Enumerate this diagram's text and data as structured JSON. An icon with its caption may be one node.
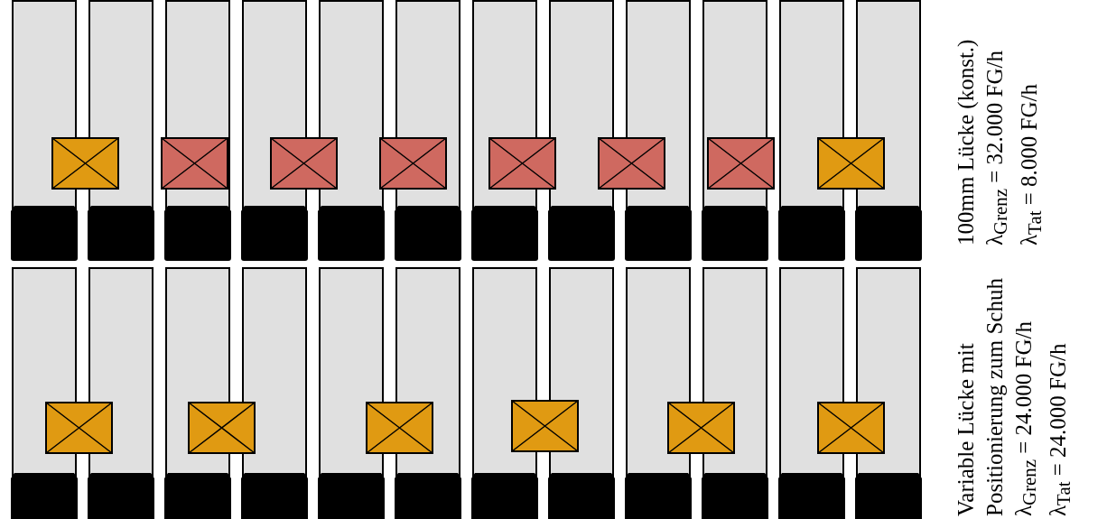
{
  "diagram": {
    "labels": [
      "100mm Lücke (konst.)",
      "λ$_{Grenz}$ = 32.000 FG/h",
      "λ$_{Tat}$ = 8.000 FG/h",
      "Variable Lücke mit Positionierung zum Schuh",
      "λ$_{Grenz}$ = 24.000 FG/h",
      "λ$_{Tat}$ = 24.000 FG/h"
    ]
  }
}
